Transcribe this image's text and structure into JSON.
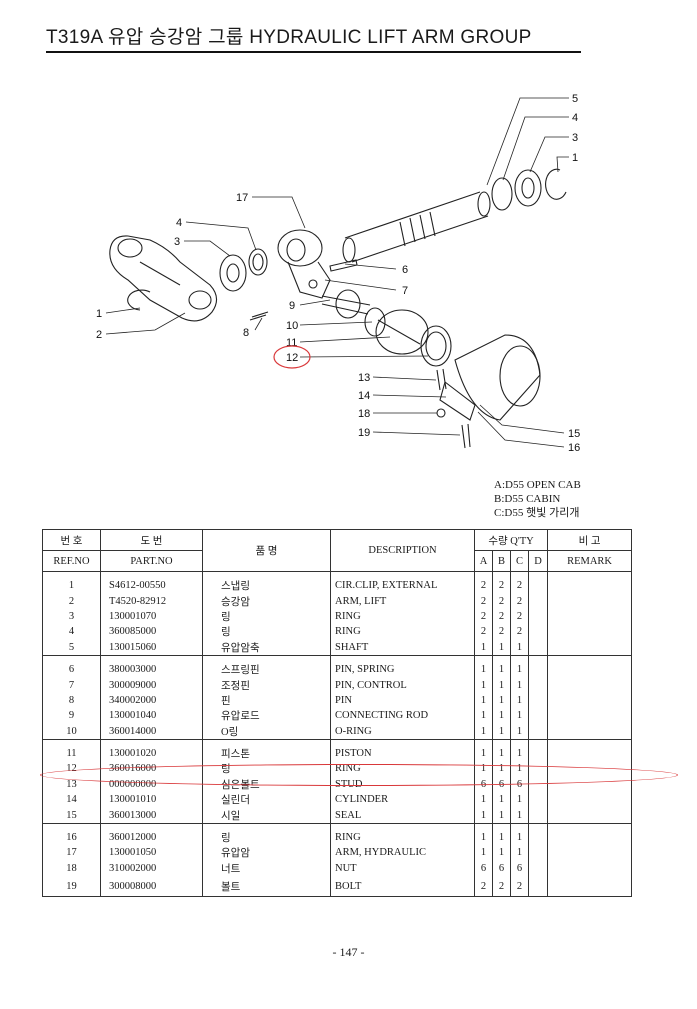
{
  "title": "T319A 유압 승강암 그룹 HYDRAULIC LIFT ARM GROUP",
  "callouts": [
    "5",
    "4",
    "3",
    "1",
    "17",
    "4",
    "3",
    "6",
    "7",
    "9",
    "8",
    "1",
    "2",
    "10",
    "11",
    "12",
    "13",
    "14",
    "18",
    "19",
    "15",
    "16"
  ],
  "legend": [
    "A:D55 OPEN CAB",
    "B:D55 CABIN",
    "C:D55 햇빛 가리개"
  ],
  "table": {
    "headers": {
      "ref_kr": "번 호",
      "ref_en": "REF.NO",
      "part_kr": "도 번",
      "part_en": "PART.NO",
      "name_kr": "품 명",
      "desc": "DESCRIPTION",
      "qty": "수량 Q'TY",
      "a": "A",
      "b": "B",
      "c": "C",
      "d": "D",
      "remark_kr": "비 고",
      "remark_en": "REMARK"
    },
    "rows": [
      {
        "ref": "1",
        "part": "S4612-00550",
        "kr": "스냅링",
        "desc": "CIR.CLIP, EXTERNAL",
        "a": "2",
        "b": "2",
        "c": "2",
        "d": ""
      },
      {
        "ref": "2",
        "part": "T4520-82912",
        "kr": "승강암",
        "desc": "ARM, LIFT",
        "a": "2",
        "b": "2",
        "c": "2",
        "d": ""
      },
      {
        "ref": "3",
        "part": "130001070",
        "kr": "링",
        "desc": "RING",
        "a": "2",
        "b": "2",
        "c": "2",
        "d": ""
      },
      {
        "ref": "4",
        "part": "360085000",
        "kr": "링",
        "desc": "RING",
        "a": "2",
        "b": "2",
        "c": "2",
        "d": ""
      },
      {
        "ref": "5",
        "part": "130015060",
        "kr": "유압암축",
        "desc": "SHAFT",
        "a": "1",
        "b": "1",
        "c": "1",
        "d": ""
      },
      {
        "ref": "6",
        "part": "380003000",
        "kr": "스프링핀",
        "desc": "PIN, SPRING",
        "a": "1",
        "b": "1",
        "c": "1",
        "d": ""
      },
      {
        "ref": "7",
        "part": "300009000",
        "kr": "조정핀",
        "desc": "PIN, CONTROL",
        "a": "1",
        "b": "1",
        "c": "1",
        "d": ""
      },
      {
        "ref": "8",
        "part": "340002000",
        "kr": "핀",
        "desc": "PIN",
        "a": "1",
        "b": "1",
        "c": "1",
        "d": ""
      },
      {
        "ref": "9",
        "part": "130001040",
        "kr": "유압로드",
        "desc": "CONNECTING ROD",
        "a": "1",
        "b": "1",
        "c": "1",
        "d": ""
      },
      {
        "ref": "10",
        "part": "360014000",
        "kr": "O링",
        "desc": "O-RING",
        "a": "1",
        "b": "1",
        "c": "1",
        "d": ""
      },
      {
        "ref": "11",
        "part": "130001020",
        "kr": "피스톤",
        "desc": "PISTON",
        "a": "1",
        "b": "1",
        "c": "1",
        "d": ""
      },
      {
        "ref": "12",
        "part": "360016000",
        "kr": "링",
        "desc": "RING",
        "a": "1",
        "b": "1",
        "c": "1",
        "d": ""
      },
      {
        "ref": "13",
        "part": "000000000",
        "kr": "심은볼트",
        "desc": "STUD",
        "a": "6",
        "b": "6",
        "c": "6",
        "d": ""
      },
      {
        "ref": "14",
        "part": "130001010",
        "kr": "실린더",
        "desc": "CYLINDER",
        "a": "1",
        "b": "1",
        "c": "1",
        "d": ""
      },
      {
        "ref": "15",
        "part": "360013000",
        "kr": "시일",
        "desc": "SEAL",
        "a": "1",
        "b": "1",
        "c": "1",
        "d": ""
      },
      {
        "ref": "16",
        "part": "360012000",
        "kr": "링",
        "desc": "RING",
        "a": "1",
        "b": "1",
        "c": "1",
        "d": ""
      },
      {
        "ref": "17",
        "part": "130001050",
        "kr": "유압암",
        "desc": "ARM, HYDRAULIC",
        "a": "1",
        "b": "1",
        "c": "1",
        "d": ""
      },
      {
        "ref": "18",
        "part": "310002000",
        "kr": "너트",
        "desc": "NUT",
        "a": "6",
        "b": "6",
        "c": "6",
        "d": ""
      },
      {
        "ref": "19",
        "part": "300008000",
        "kr": "볼트",
        "desc": "BOLT",
        "a": "2",
        "b": "2",
        "c": "2",
        "d": ""
      }
    ]
  },
  "page_number": "- 147 -",
  "colors": {
    "highlight": "#d9383a",
    "ink": "#1a1a1a"
  }
}
